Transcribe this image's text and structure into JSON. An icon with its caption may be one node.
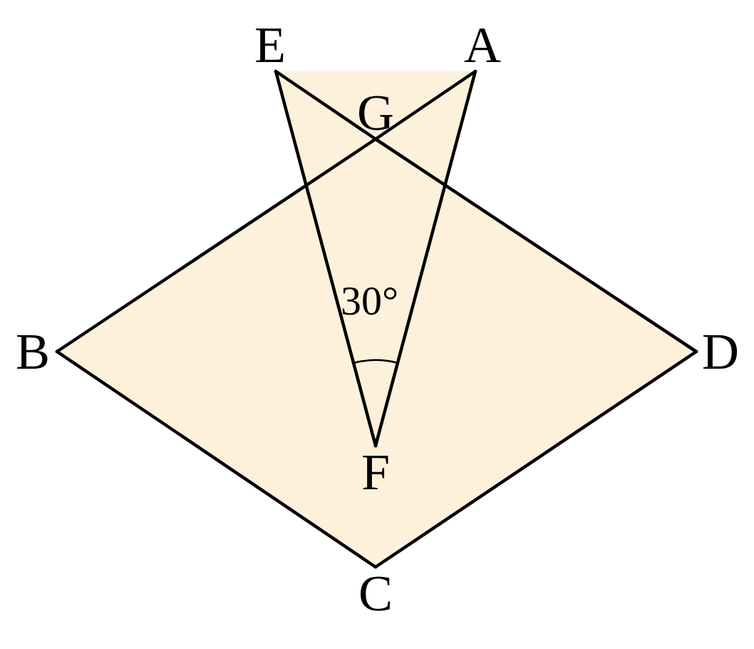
{
  "diagram": {
    "nodes": [
      {
        "text": [
          "E"
        ]
      },
      {
        "text": [
          "A"
        ]
      },
      {
        "text": [
          "G"
        ]
      },
      {
        "text": [
          "B"
        ]
      },
      {
        "text": [
          "D"
        ]
      },
      {
        "text": [
          "F"
        ]
      },
      {
        "text": [
          "C"
        ]
      }
    ],
    "edges": [
      {
        "from": 1,
        "to": 2,
        "arrow": "none"
      },
      {
        "from": 2,
        "to": 3,
        "arrow": "none"
      },
      {
        "from": 3,
        "to": 6,
        "arrow": "none"
      },
      {
        "from": 6,
        "to": 4,
        "arrow": "none"
      },
      {
        "from": 4,
        "to": 2,
        "arrow": "none"
      },
      {
        "from": 2,
        "to": 0,
        "arrow": "none"
      },
      {
        "from": 0,
        "to": 5,
        "arrow": "none"
      },
      {
        "from": 5,
        "to": 1,
        "arrow": "none"
      }
    ],
    "labels": [
      "30°"
    ]
  }
}
